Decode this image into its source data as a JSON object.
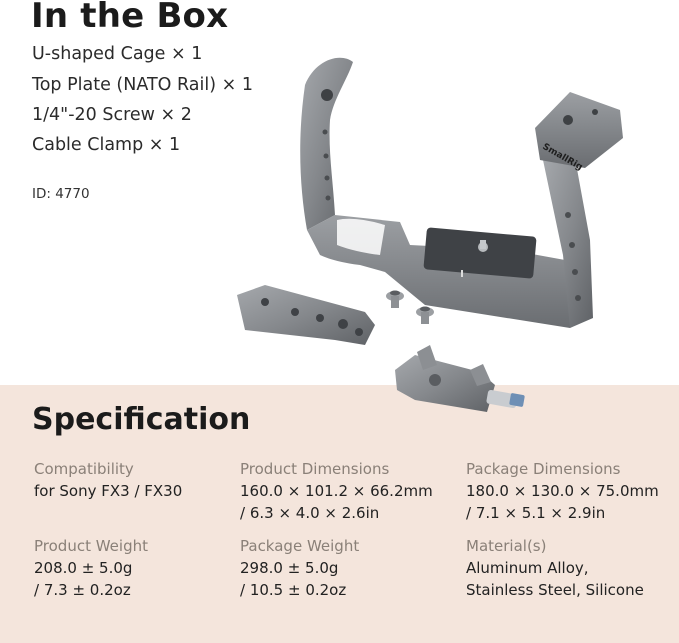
{
  "box": {
    "title": "In the Box",
    "items": [
      "U-shaped Cage × 1",
      "Top Plate (NATO Rail) × 1",
      "1/4\"-20 Screw × 2",
      "Cable Clamp × 1"
    ],
    "id": "ID: 4770",
    "brand": "SmallRig"
  },
  "spec": {
    "title": "Specification",
    "cells": [
      {
        "label": "Compatibility",
        "value1": "for Sony FX3 / FX30",
        "value2": ""
      },
      {
        "label": "Product Dimensions",
        "value1": "160.0 × 101.2 × 66.2mm",
        "value2": "/ 6.3 × 4.0 × 2.6in"
      },
      {
        "label": "Package Dimensions",
        "value1": "180.0 × 130.0 × 75.0mm",
        "value2": "/ 7.1 × 5.1 × 2.9in"
      },
      {
        "label": "Product Weight",
        "value1": "208.0 ± 5.0g",
        "value2": "/ 7.3 ± 0.2oz"
      },
      {
        "label": "Package Weight",
        "value1": "298.0 ± 5.0g",
        "value2": "/ 10.5 ± 0.2oz"
      },
      {
        "label": "Material(s)",
        "value1": "Aluminum Alloy,",
        "value2": "Stainless Steel, Silicone"
      }
    ]
  },
  "colors": {
    "spec_background": "#f4e5dc",
    "metal": "#8c8f93"
  }
}
